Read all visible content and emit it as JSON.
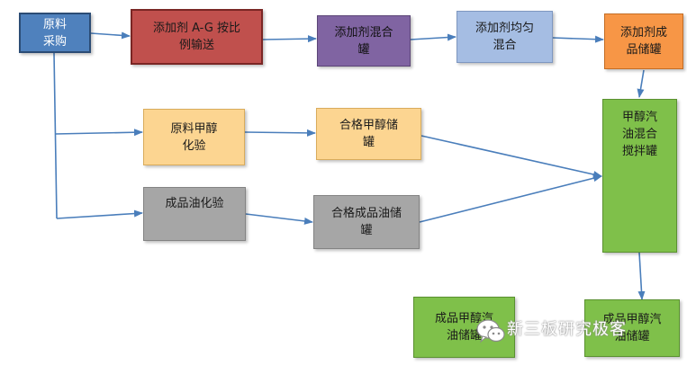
{
  "boxes": {
    "raw_purchase": "原料\n采购",
    "additive_feed": "添加剂 A-G 按比\n例输送",
    "additive_mix_tank": "添加剂混合\n罐",
    "additive_uniform_mix": "添加剂均匀\n混合",
    "additive_product_tank": "添加剂成\n品储罐",
    "raw_methanol_test": "原料甲醇\n化验",
    "qualified_methanol_tank": "合格甲醇储\n罐",
    "methanol_gasoline_mix_tank": "甲醇汽\n油混合\n搅拌罐",
    "product_oil_test": "成品油化验",
    "qualified_product_oil_tank": "合格成品油储\n罐",
    "product_methanol_gasoline_tank_left": "成品甲醇汽\n油储罐",
    "product_methanol_gasoline_tank_right": "成品甲醇汽\n油储罐"
  },
  "watermark": {
    "text": "新三板研究极客",
    "icon": "wechat-icon"
  },
  "colors": {
    "blue": "#4f81bd",
    "red": "#c0504d",
    "purple": "#8064a2",
    "light_blue": "#a5bde3",
    "orange": "#f79646",
    "peach": "#fcd591",
    "gray": "#a6a6a6",
    "green": "#7fc04a",
    "arrow": "#4a7ebb"
  }
}
